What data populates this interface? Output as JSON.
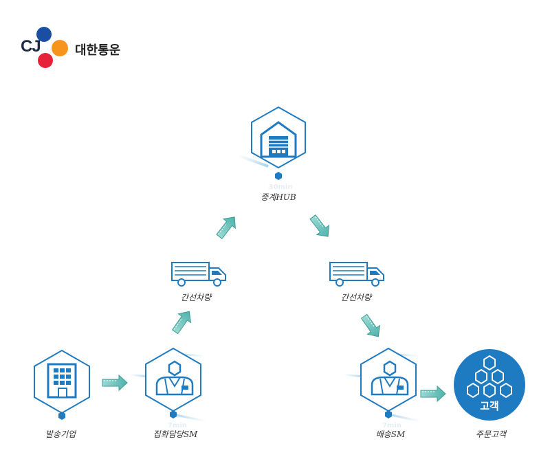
{
  "brand": {
    "logo_text": "CJ",
    "company_name": "대한통운"
  },
  "colors": {
    "primary_blue": "#1f7bc1",
    "dark_blue": "#1d4f8c",
    "arrow_teal": "#6cc7c0",
    "logo_red": "#e8213a",
    "logo_orange": "#f7941d",
    "logo_blue": "#1a4ea2"
  },
  "nodes": {
    "hub": {
      "label": "중계HUB",
      "timer": "30min"
    },
    "truck_left": {
      "label": "간선차량"
    },
    "truck_right": {
      "label": "간선차량"
    },
    "shipper": {
      "label": "발송기업"
    },
    "pickup": {
      "label": "집화담당SM",
      "timer": "7min"
    },
    "delivery": {
      "label": "배송SM",
      "timer": "7min"
    },
    "customer": {
      "label": "주문고객",
      "badge": "고객"
    }
  }
}
